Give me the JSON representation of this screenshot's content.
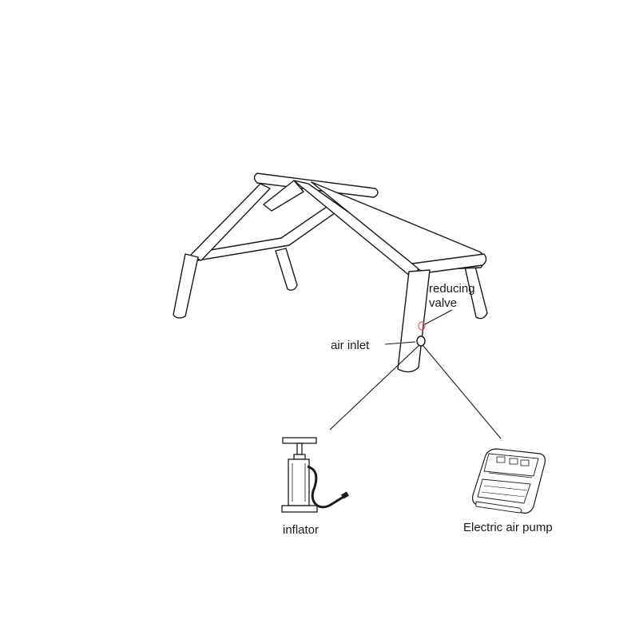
{
  "labels": {
    "reducing_valve": "reducing valve",
    "air_inlet": "air inlet",
    "inflator": "inflator",
    "electric_air_pump": "Electric air pump"
  },
  "colors": {
    "line": "#1a1a1a",
    "valve_marker": "#e05a5a",
    "background": "#ffffff"
  },
  "icons": [
    "inflatable-frame",
    "reducing-valve-icon",
    "air-inlet-icon",
    "hand-pump-icon",
    "electric-pump-icon"
  ]
}
